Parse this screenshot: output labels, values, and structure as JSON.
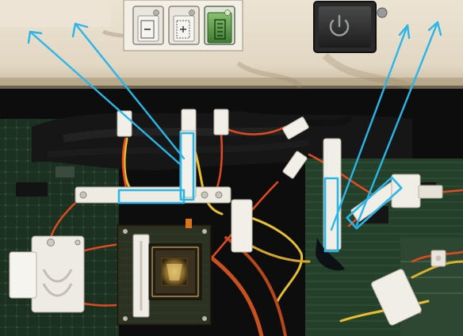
{
  "scene": "open-electronics-cabinet",
  "panel": {
    "buttons": [
      {
        "name": "minus-button",
        "icon": "minus-icon"
      },
      {
        "name": "plus-button",
        "icon": "plus-icon"
      },
      {
        "name": "list-button",
        "icon": "list-icon",
        "active": true
      },
      {
        "name": "power-button",
        "icon": "power-icon"
      }
    ]
  },
  "hints": {
    "highlight_color": "#29b6e8",
    "highlight_boxes": 5,
    "arrows": 4
  },
  "colors": {
    "panel": "#e6dccb",
    "panel_shadow": "#bcae97",
    "board_green": "#1f3a25",
    "wire_red": "#e0461e",
    "wire_yellow": "#e8c530",
    "connector": "#f2f0ea",
    "chip_dark": "#2a2418",
    "active_button": "#5a9a4a"
  }
}
